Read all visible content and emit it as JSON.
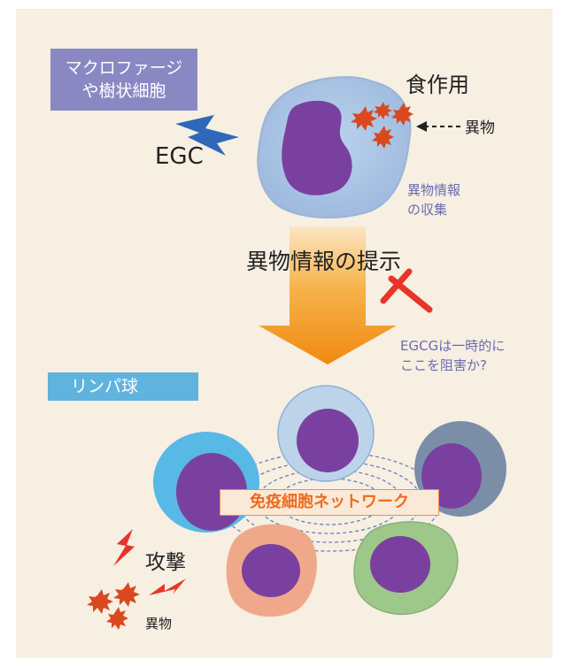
{
  "labels": {
    "macrophage_line1": "マクロファージ",
    "macrophage_line2": "や樹状細胞",
    "phagocytosis": "食作用",
    "foreign_top": "異物",
    "egc": "EGC",
    "collect_line1": "異物情報",
    "collect_line2": "の収集",
    "presentation": "異物情報の提示",
    "egcg_line1": "EGCGは一時的に",
    "egcg_line2": "ここを阻害か?",
    "lymphocyte": "リンパ球",
    "network": "免疫細胞ネットワーク",
    "attack": "攻撃",
    "foreign_bottom": "異物"
  },
  "colors": {
    "panel_bg": "#f6efe2",
    "macrophage_label_bg": "#8a88c2",
    "lymph_label_bg": "#5fb3dd",
    "arrow_orange": "#f39a1e",
    "inhibit_red": "#e8342a",
    "lightning_blue": "#2f68b8",
    "nucleus_purple": "#7a40a0"
  },
  "icons": [
    "lightning-icon",
    "inhibit-icon",
    "foreign-particle-icon"
  ]
}
